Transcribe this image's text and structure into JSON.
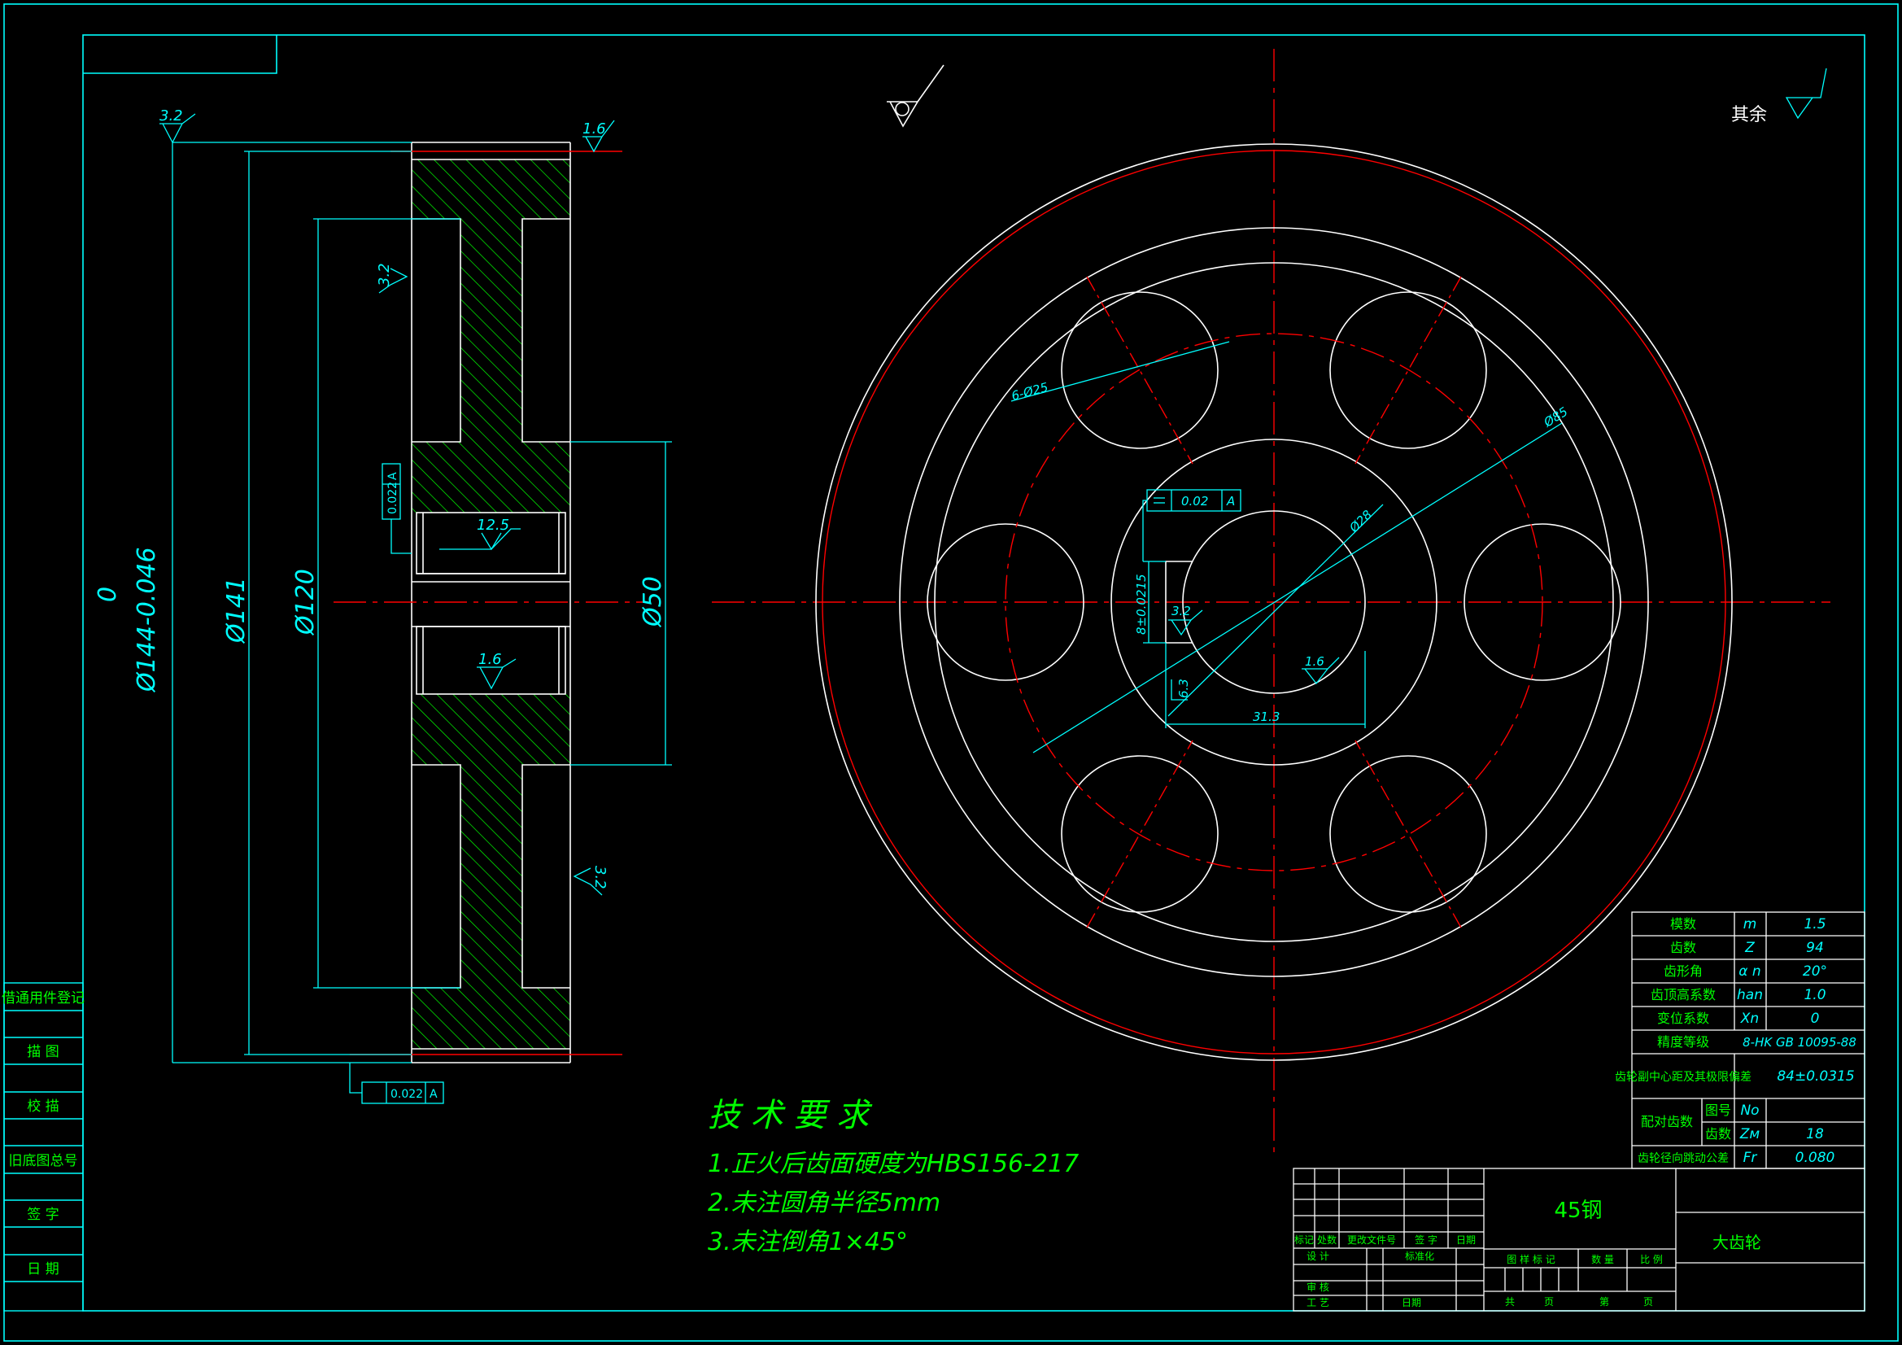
{
  "colors": {
    "background": "#000000",
    "frame": "#00ffff",
    "geometry": "#ffffff",
    "center": "#ff0000",
    "dimension": "#00ffff",
    "hatch": "#00ff00",
    "text": "#00ff00"
  },
  "surface_roughness": {
    "general": "其余",
    "top_left": "3.2",
    "top_right": "1.6",
    "hub_inner": "3.2",
    "bore_top": "12.5",
    "bore_bottom": "1.6",
    "lower_right": "3.2",
    "keyway": "3.2",
    "bore_front": "1.6"
  },
  "dimensions": {
    "outer_tol": "0",
    "outer": "Ø144-0.046",
    "pitch": "Ø141",
    "web_outer": "Ø120",
    "hub": "Ø50",
    "holes": "6-Ø25",
    "hole_circle": "Ø85",
    "bore": "Ø28",
    "keyway_width": "8±0.0215",
    "keyway_depth": "31.3",
    "bore_depth": "6.3"
  },
  "tolerances": {
    "runout_value": "0.022",
    "datum": "A",
    "runout_value_front": "0.02"
  },
  "tech_requirements": {
    "title": "技  术  要  求",
    "items": [
      "1.正火后齿面硬度为HBS156-217",
      "2.未注圆角半径5mm",
      "3.未注倒角1×45°"
    ]
  },
  "gear_params": [
    {
      "label": "模数",
      "symbol": "m",
      "value": "1.5"
    },
    {
      "label": "齿数",
      "symbol": "Z",
      "value": "94"
    },
    {
      "label": "齿形角",
      "symbol": "α n",
      "value": "20°"
    },
    {
      "label": "齿顶高系数",
      "symbol": "han",
      "value": "1.0"
    },
    {
      "label": "变位系数",
      "symbol": "Xn",
      "value": "0"
    },
    {
      "label": "精度等级",
      "symbol": "",
      "value": "8-HK GB 10095-88"
    },
    {
      "label": "齿轮副中心距及其极限偏差",
      "symbol": "",
      "value": "84±0.0315"
    },
    {
      "label": "配对齿数",
      "symbol": "",
      "value": ""
    },
    {
      "label": "图号",
      "symbol": "No",
      "value": ""
    },
    {
      "label": "齿数",
      "symbol": "Zм",
      "value": "18"
    },
    {
      "label": "齿轮径向跳动公差",
      "symbol": "Fr",
      "value": "0.080"
    }
  ],
  "title_block": {
    "material": "45钢",
    "part_name": "大齿轮",
    "rev_headers": [
      "标记",
      "处数",
      "更改文件号",
      "签 字",
      "日期"
    ],
    "design": "设 计",
    "standard": "标准化",
    "review": "审 核",
    "process": "工 艺",
    "date": "日期",
    "stage_headers": [
      "图 样 标 记",
      "数 量",
      "比 例"
    ],
    "sheet_total": "共",
    "sheet_unit": "页",
    "sheet_no": "第",
    "sheet_unit2": "页"
  },
  "side_panel": [
    "借通用件登记",
    "描  图",
    "校  描",
    "旧底图总号",
    "签  字",
    "日  期"
  ]
}
